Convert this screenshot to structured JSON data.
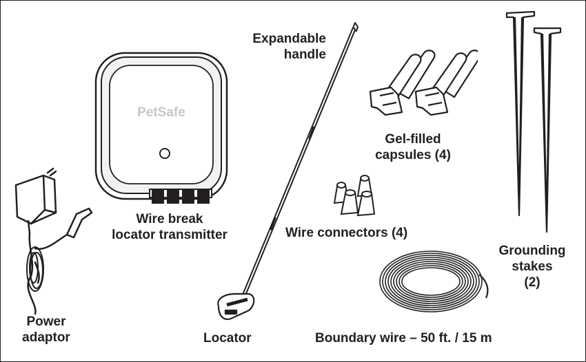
{
  "items": {
    "power_adaptor": {
      "line1": "Power",
      "line2": "adaptor"
    },
    "transmitter": {
      "brand": "PetSafe",
      "line1": "Wire break",
      "line2": "locator transmitter"
    },
    "handle": {
      "line1": "Expandable",
      "line2": "handle"
    },
    "locator": {
      "label": "Locator"
    },
    "capsules": {
      "line1": "Gel-filled",
      "line2": "capsules (4)"
    },
    "connectors": {
      "label": "Wire connectors (4)"
    },
    "boundary_wire": {
      "label": "Boundary wire – 50 ft. / 15 m"
    },
    "stakes": {
      "line1": "Grounding",
      "line2": "stakes",
      "line3": "(2)"
    }
  },
  "colors": {
    "ink": "#231f20",
    "face": "#f2f2f2",
    "brand_text": "#c7c7c7"
  }
}
